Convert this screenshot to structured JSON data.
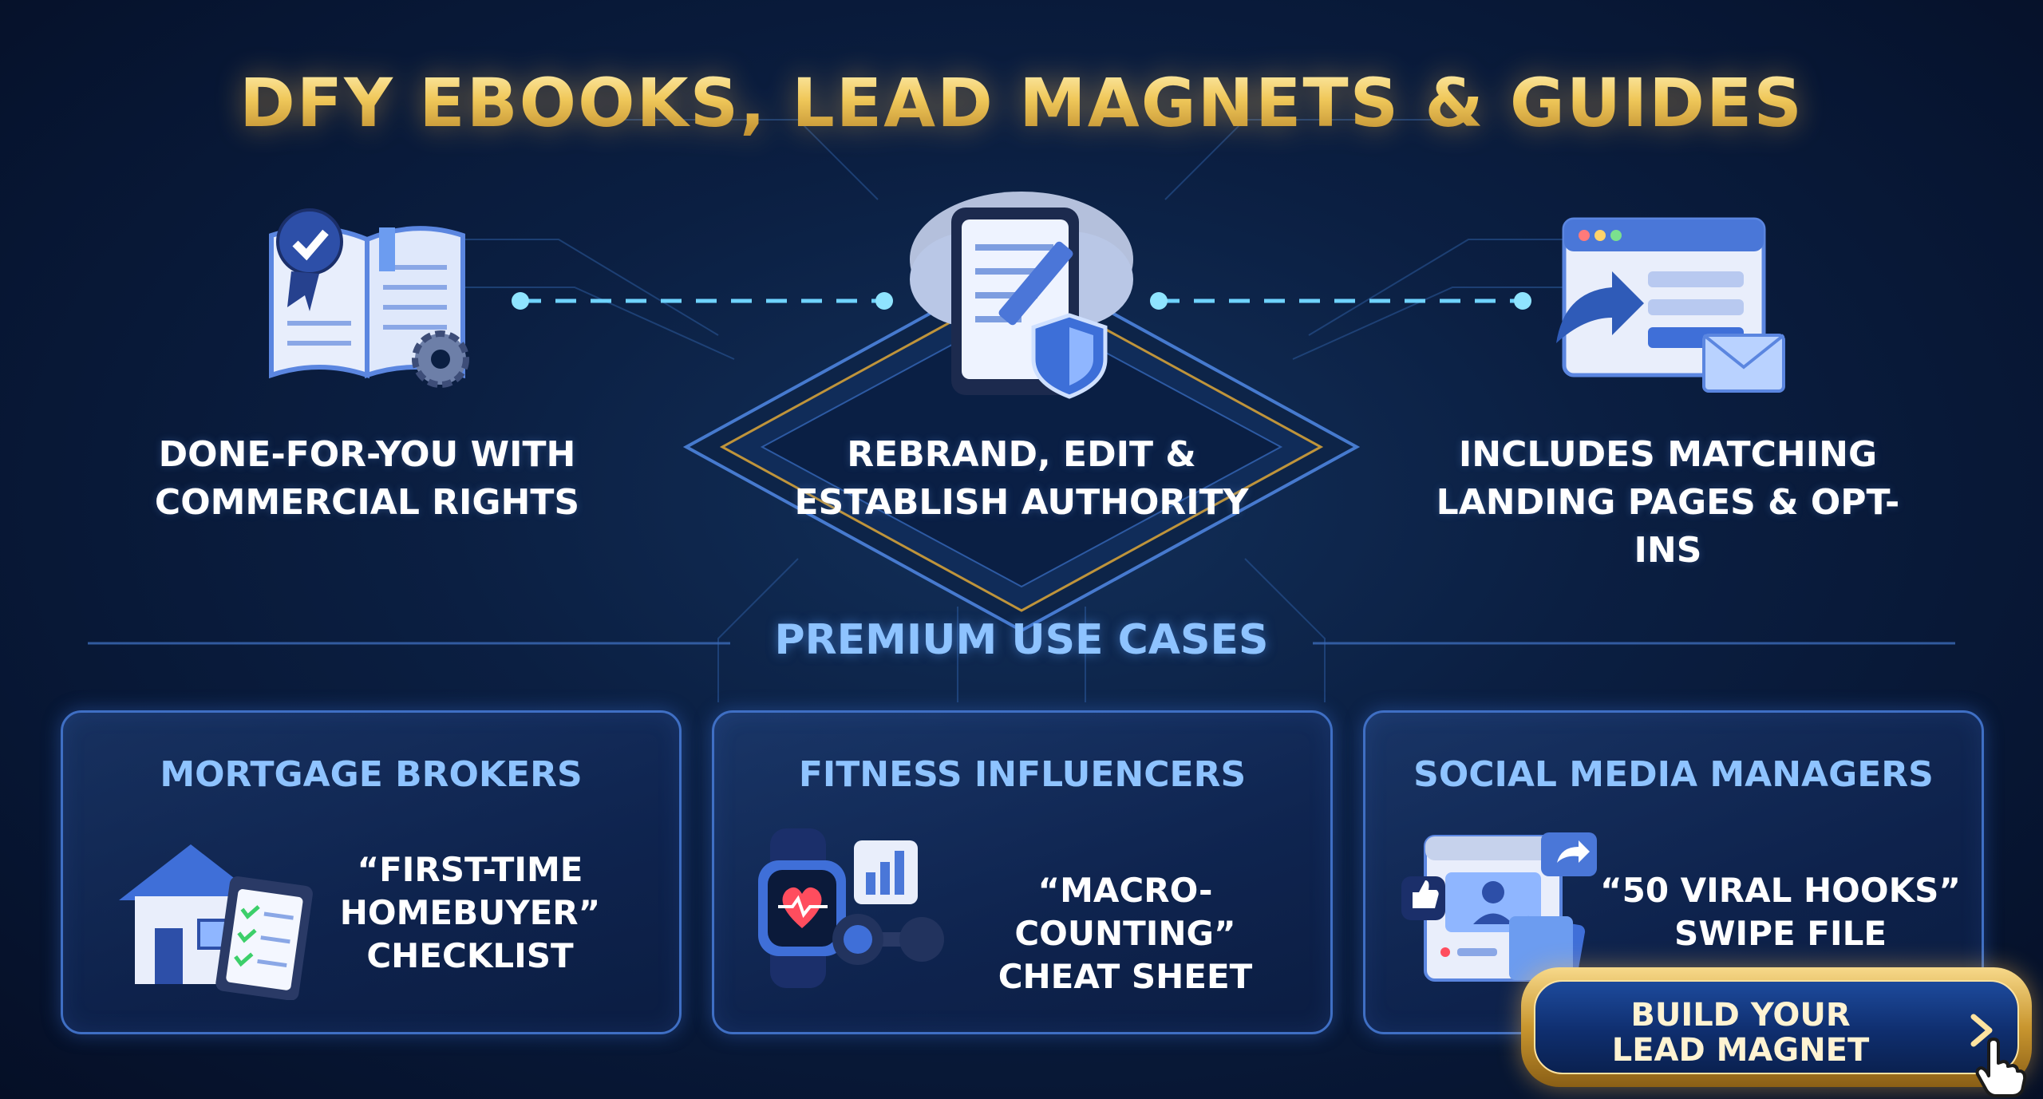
{
  "page": {
    "title": "DFY EBOOKS, LEAD MAGNETS & GUIDES"
  },
  "features": [
    {
      "icon": "book-badge-gear-icon",
      "line1": "DONE-FOR-YOU WITH",
      "line2": "COMMERCIAL RIGHTS"
    },
    {
      "icon": "tablet-cloud-shield-icon",
      "line1": "REBRAND, EDIT &",
      "line2": "ESTABLISH AUTHORITY"
    },
    {
      "icon": "landing-page-mail-icon",
      "line1": "INCLUDES MATCHING",
      "line2": "LANDING PAGES & OPT-INS"
    }
  ],
  "use_cases": {
    "heading": "PREMIUM USE CASES",
    "cards": [
      {
        "title": "MORTGAGE BROKERS",
        "icon": "house-checklist-icon",
        "line1": "“FIRST-TIME",
        "line2": "HOMEBUYER”",
        "line3": "CHECKLIST"
      },
      {
        "title": "FITNESS INFLUENCERS",
        "icon": "smartwatch-dumbbell-icon",
        "line1": "“MACRO-COUNTING”",
        "line2": "CHEAT SHEET"
      },
      {
        "title": "SOCIAL MEDIA MANAGERS",
        "icon": "social-post-icon",
        "line1": "“50 VIRAL HOOKS”",
        "line2": "SWIPE FILE"
      }
    ]
  },
  "cta": {
    "line1": "BUILD YOUR",
    "line2": "LEAD MAGNET",
    "icon": "chevron-right-icon",
    "cursor_icon": "hand-pointer-icon"
  },
  "colors": {
    "background": "#0b1f42",
    "gold": "#e8c46a",
    "accent_blue": "#8ec3ff",
    "card_border": "#3f6fc4"
  }
}
